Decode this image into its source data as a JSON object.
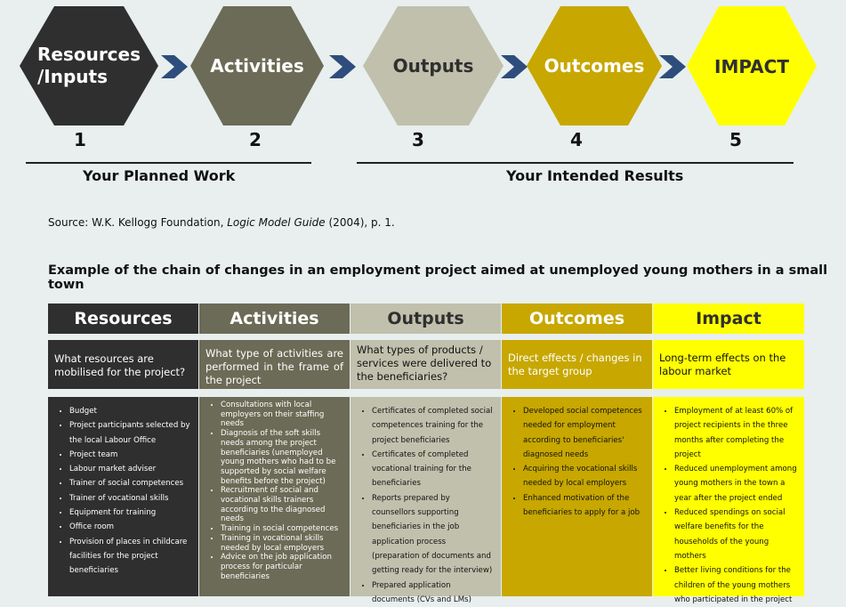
{
  "logic_model": {
    "steps": [
      {
        "label_lines": [
          "Resources",
          "/Inputs"
        ],
        "number": "1",
        "color": "#2f2f2f",
        "text_color": "#ffffff"
      },
      {
        "label_lines": [
          "Activities"
        ],
        "number": "2",
        "color": "#6b6b57",
        "text_color": "#ffffff"
      },
      {
        "label_lines": [
          "Outputs"
        ],
        "number": "3",
        "color": "#c0c0ad",
        "text_color": "#2f2f2f"
      },
      {
        "label_lines": [
          "Outcomes"
        ],
        "number": "4",
        "color": "#c7a700",
        "text_color": "#ffffff"
      },
      {
        "label_lines": [
          "IMPACT"
        ],
        "number": "5",
        "color": "#ffff00",
        "text_color": "#2f2f2f"
      }
    ],
    "arrow_color": "#2e4d7c",
    "planned_work_label": "Your Planned Work",
    "intended_results_label": "Your Intended Results"
  },
  "source": {
    "prefix": "Source: W.K. Kellogg Foundation, ",
    "title": "Logic Model Guide",
    "suffix": " (2004), p. 1."
  },
  "example_title": "Example of the chain of changes in an employment project aimed at unemployed young mothers in a small town",
  "table": {
    "columns": [
      {
        "header": "Resources",
        "question": "What resources are mobilised for the project?",
        "head_color": "#2f2f2f",
        "q_color": "#2f2f2f",
        "body_color": "#2f2f2f",
        "head_text": "#ffffff",
        "q_text": "#ffffff",
        "body_text": "#ffffff",
        "items": [
          "Budget",
          "Project participants selected by the local Labour Office",
          "Project team",
          "Labour market adviser",
          "Trainer of social competences",
          "Trainer of vocational skills",
          "Equipment for training",
          "Office room",
          "Provision of places in childcare facilities for the project beneficiaries"
        ]
      },
      {
        "header": "Activities",
        "question": "What type of activities are performed in the frame of the project",
        "head_color": "#6b6b57",
        "q_color": "#6b6b57",
        "body_color": "#6b6b57",
        "head_text": "#ffffff",
        "q_text": "#ffffff",
        "body_text": "#ffffff",
        "items": [
          "Consultations with local employers on their staffing needs",
          "Diagnosis of the soft skills needs among the project beneficiaries (unemployed young mothers who had to be supported by social welfare benefits before the project)",
          "Recruitment of social and vocational skills trainers according to  the diagnosed needs",
          "Training in social competences",
          "Training in vocational skills needed by local employers",
          "Advice on the job application process for particular beneficiaries"
        ]
      },
      {
        "header": "Outputs",
        "question": "What types of products / services were delivered to the beneficiaries?",
        "head_color": "#c0c0ad",
        "q_color": "#c0c0ad",
        "body_color": "#c0c0ad",
        "head_text": "#2f2f2f",
        "q_text": "#111111",
        "body_text": "#111111",
        "items": [
          "Certificates of completed social competences training for the project beneficiaries",
          "Certificates of completed vocational training for the beneficiaries",
          "Reports prepared by counsellors supporting  beneficiaries in the job application process (preparation of documents and getting ready for the interview)",
          "Prepared application documents (CVs and LMs)"
        ]
      },
      {
        "header": "Outcomes",
        "question": "Direct effects / changes in the target group",
        "head_color": "#c7a700",
        "q_color": "#c7a700",
        "body_color": "#c7a700",
        "head_text": "#ffffff",
        "q_text": "#ffffff",
        "body_text": "#111111",
        "items": [
          "Developed social competences needed for employment  according to beneficiaries' diagnosed needs",
          "Acquiring the vocational skills needed by local employers",
          "Enhanced motivation of the beneficiaries to apply for a job"
        ]
      },
      {
        "header": "Impact",
        "question": "Long-term effects on the labour market",
        "head_color": "#ffff00",
        "q_color": "#ffff00",
        "body_color": "#ffff00",
        "head_text": "#2f2f2f",
        "q_text": "#111111",
        "body_text": "#111111",
        "items": [
          "Employment of at least 60% of project recipients in the three months after completing the project",
          "Reduced unemployment among young mothers in the town a year after the project ended",
          "Reduced spendings on social welfare benefits for the households of the young mothers",
          "Better living conditions for the children of the young mothers who participated in the project"
        ]
      }
    ]
  }
}
